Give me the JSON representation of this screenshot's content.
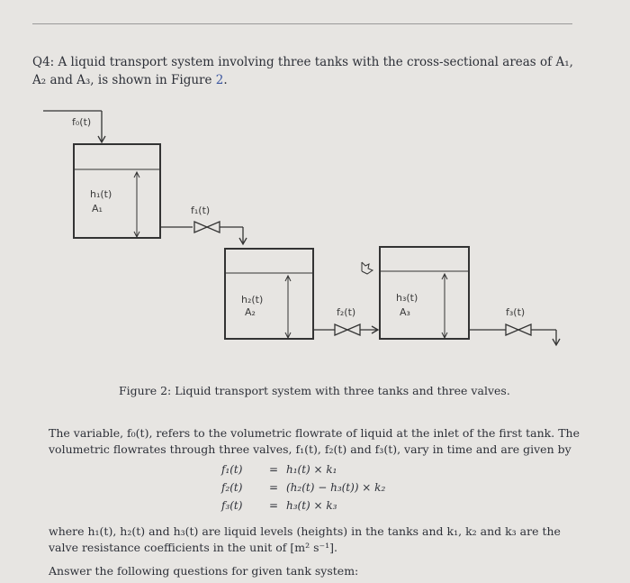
{
  "question": {
    "number": "Q4:",
    "text": "A liquid transport system involving three tanks with the cross-sectional areas of A₁, A₂ and A₃, is shown in Figure",
    "figure_ref": "2",
    "end": "."
  },
  "figure": {
    "inlet_label": "f₀(t)",
    "tank1": {
      "level": "h₁(t)",
      "area": "A₁"
    },
    "tank2": {
      "level": "h₂(t)",
      "area": "A₂"
    },
    "tank3": {
      "level": "h₃(t)",
      "area": "A₃"
    },
    "valve1_label": "f₁(t)",
    "valve2_label": "f₂(t)",
    "valve3_label": "f₃(t)",
    "caption": "Figure 2: Liquid transport system with three tanks and three valves."
  },
  "body": {
    "intro": "The variable, f₀(t), refers to the volumetric flowrate of liquid at the inlet of the first tank. The volumetric flowrates through three valves, f₁(t), f₂(t) and f₃(t), vary in time and are given by",
    "equations": [
      {
        "lhs": "f₁(t)",
        "eq": "=",
        "rhs": "h₁(t) × k₁"
      },
      {
        "lhs": "f₂(t)",
        "eq": "=",
        "rhs": "(h₂(t) − h₃(t)) × k₂"
      },
      {
        "lhs": "f₃(t)",
        "eq": "=",
        "rhs": "h₃(t) × k₃"
      }
    ],
    "where_text": "where h₁(t), h₂(t) and h₃(t) are liquid levels (heights) in the tanks and k₁, k₂ and k₃ are the valve resistance coefficients in the unit of",
    "unit": "[m² s⁻¹]",
    "where_end": ".",
    "answer_prompt": "Answer the following questions for given tank system:"
  }
}
